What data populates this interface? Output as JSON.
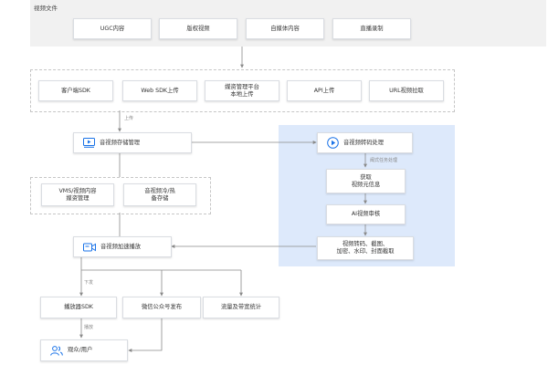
{
  "sources": {
    "title": "视频文件",
    "items": [
      "UGC内容",
      "版权视频",
      "自媒体内容",
      "直播录制"
    ]
  },
  "upload": {
    "items": [
      "客户端SDK",
      "Web SDK上传",
      "媒资管理平台\n本地上传",
      "API上传",
      "URL视频拉取"
    ],
    "edge_label": "上传"
  },
  "storage": {
    "label": "音视频存储管理",
    "icon": "video-library-icon"
  },
  "storage_sub": {
    "items": [
      "VMS/视频内容\n媒资管理",
      "音视频冷/热\n备存储"
    ]
  },
  "acceleration": {
    "label": "音视频加速播放",
    "icon": "video-camera-icon"
  },
  "delivery": {
    "edge_label": "下发",
    "items": [
      "播放器SDK",
      "微信公众号发布",
      "流量及带宽统计"
    ]
  },
  "audience": {
    "edge_label": "播放",
    "label": "观众/用户",
    "icon": "users-icon"
  },
  "transcode": {
    "label": "音视频转码处理",
    "icon": "play-circle-icon",
    "edge_label": "阈式任务处理",
    "steps": [
      "获取\n视频元信息",
      "AI视频审核",
      "视频转码、截图、\n加密、水印、封面截取"
    ]
  },
  "colors": {
    "accent": "#1a73e8",
    "connector": "#8a8a8a",
    "processing_bg": "#dde9fb",
    "sources_bg": "#f1f1f1"
  }
}
